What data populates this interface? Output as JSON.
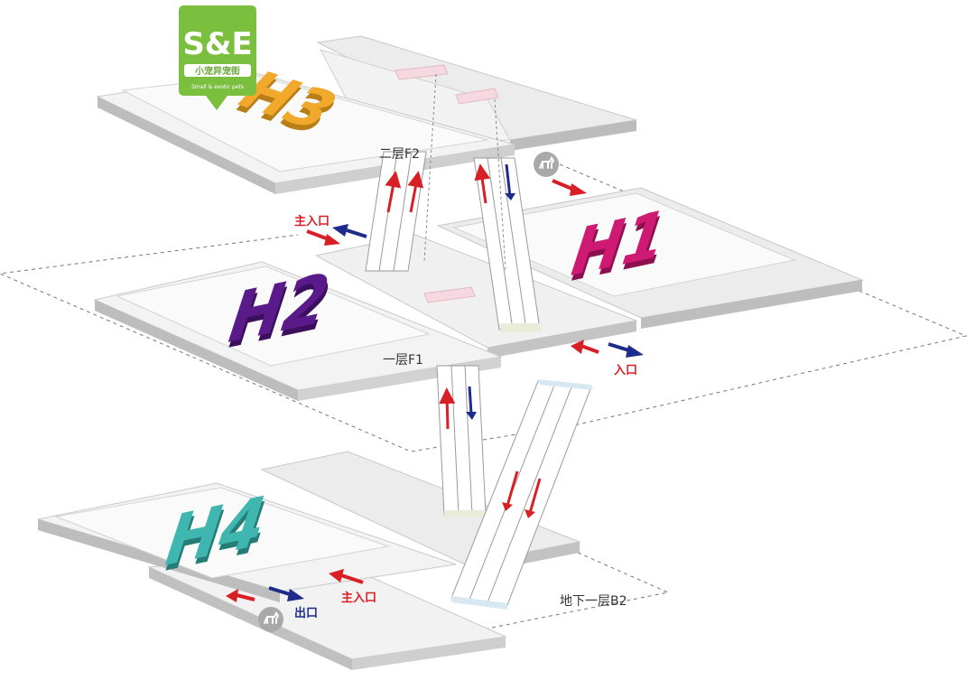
{
  "floors": {
    "f2": {
      "label": "二层F2"
    },
    "f1": {
      "label": "一层F1"
    },
    "b2": {
      "label": "地下一层B2"
    }
  },
  "halls": [
    {
      "id": "H3",
      "text": "H3",
      "color": "#f0a92a"
    },
    {
      "id": "H1",
      "text": "H1",
      "color": "#cf1a73"
    },
    {
      "id": "H2",
      "text": "H2",
      "color": "#5a1a8a"
    },
    {
      "id": "H4",
      "text": "H4",
      "color": "#3fb7b0"
    }
  ],
  "entrances": {
    "f2_main": "主入口",
    "f1_entry": "入口",
    "b2_main": "主入口",
    "b2_exit": "出口"
  },
  "badge": {
    "logo_text": "S&E",
    "name_cn": "小宠异宠街",
    "name_en": "Small & exotic pets",
    "color": "#7bbf3f"
  },
  "colors": {
    "arrow_red": "#d91f26",
    "arrow_blue": "#1d2b8a",
    "pet_icon": "#a9a9a9"
  },
  "icons": [
    "dog-walk-icon",
    "dog-walk-icon"
  ]
}
